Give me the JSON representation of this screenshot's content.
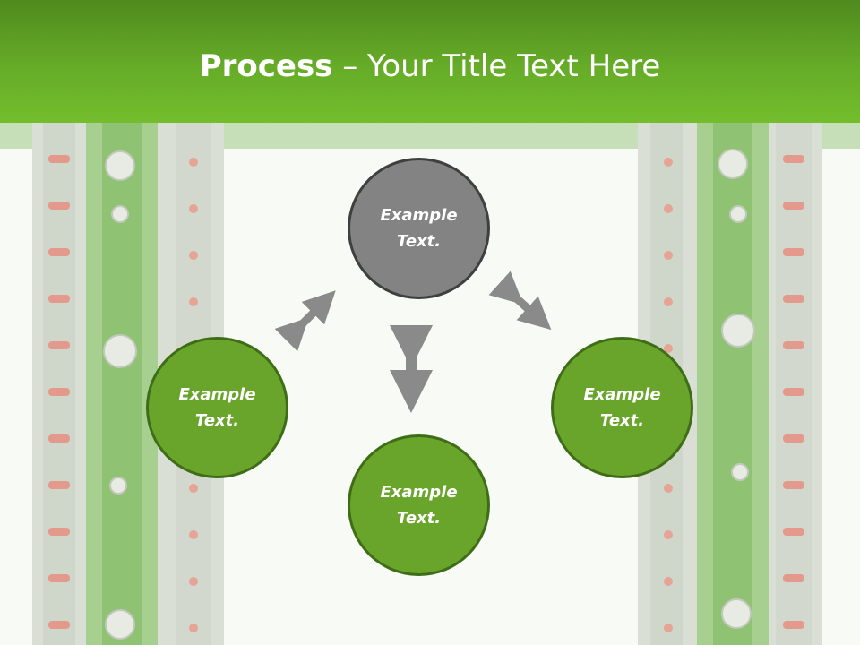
{
  "slide": {
    "title_bold": "Process",
    "title_rest": " – Your Title Text Here"
  },
  "nodes": {
    "top": "Example\nText.",
    "left": "Example\nText.",
    "right": "Example\nText.",
    "bottom": "Example\nText."
  },
  "colors": {
    "header_green": "#66ac28",
    "node_green": "#6aa52b",
    "node_grey": "#838383",
    "arrow_grey": "#8a8a8a"
  }
}
